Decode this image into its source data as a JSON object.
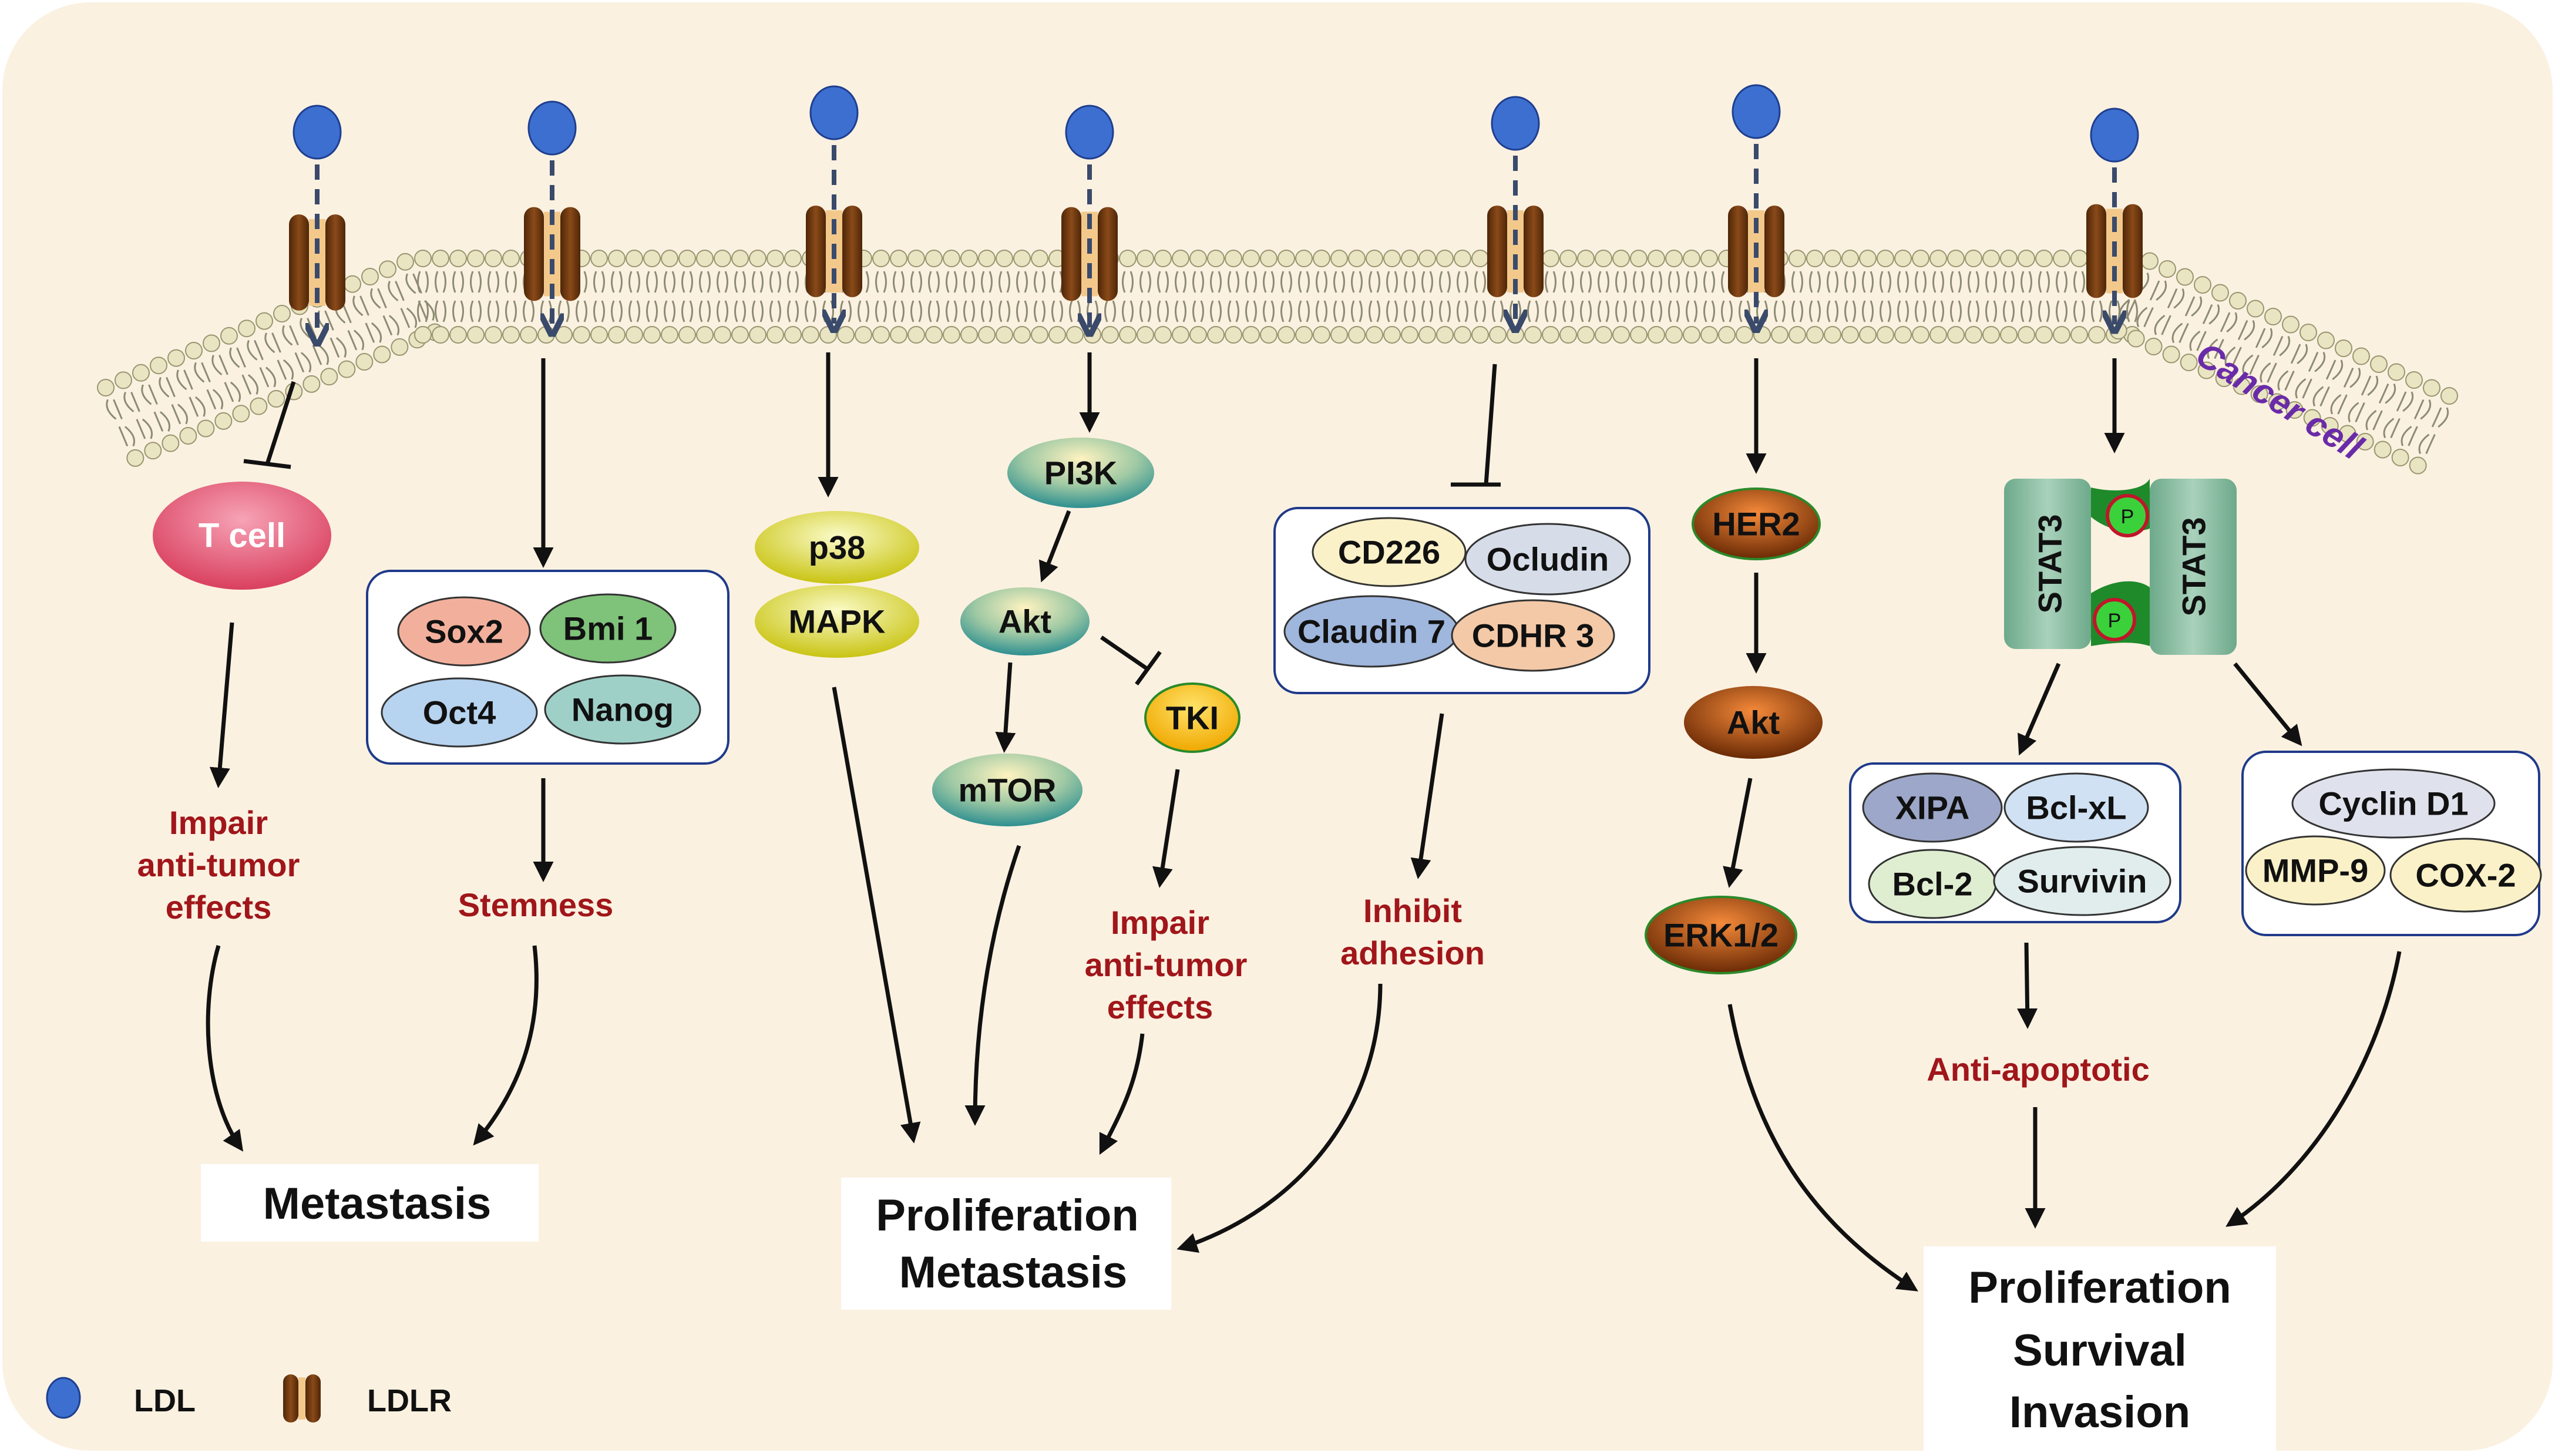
{
  "cell_label": "Cancer cell",
  "pathways": {
    "p1": {
      "node": "T cell",
      "effect": [
        "Impair",
        "anti-tumor",
        "effects"
      ]
    },
    "p2": {
      "markers": [
        "Sox2",
        "Bmi 1",
        "Oct4",
        "Nanog"
      ],
      "effect": "Stemness"
    },
    "p3": {
      "node_top": "p38",
      "node_bottom": "MAPK"
    },
    "p4": {
      "pi3k": "PI3K",
      "akt": "Akt",
      "mtor": "mTOR",
      "tki": "TKI",
      "effect": [
        "Impair",
        "anti-tumor",
        "effects"
      ]
    },
    "p5": {
      "markers": [
        "CD226",
        "Ocludin",
        "Claudin 7",
        "CDHR 3"
      ],
      "effect": [
        "Inhibit",
        "adhesion"
      ]
    },
    "p6": {
      "her2": "HER2",
      "akt": "Akt",
      "erk": "ERK1/2"
    },
    "p7": {
      "stat_left": "STAT3",
      "stat_right": "STAT3",
      "phospho": "P",
      "apoptosis_markers": [
        "XIPA",
        "Bcl-xL",
        "Bcl-2",
        "Survivin"
      ],
      "effect": "Anti-apoptotic",
      "growth_markers": [
        "Cyclin D1",
        "MMP-9",
        "COX-2"
      ]
    }
  },
  "outcomes": {
    "left": [
      "Metastasis"
    ],
    "middle": [
      "Proliferation",
      "Metastasis"
    ],
    "right": [
      "Proliferation",
      "Survival",
      "Invasion"
    ]
  },
  "legend": {
    "ldl": "LDL",
    "ldlr": "LDLR"
  },
  "colors": {
    "background": "#fbf1e1",
    "ldl": "#3d6fd0",
    "receptor": "#6b3a10",
    "effect_text": "#a0161a",
    "box_border": "#1f3a8a",
    "cell_label": "#6a2ba8"
  }
}
